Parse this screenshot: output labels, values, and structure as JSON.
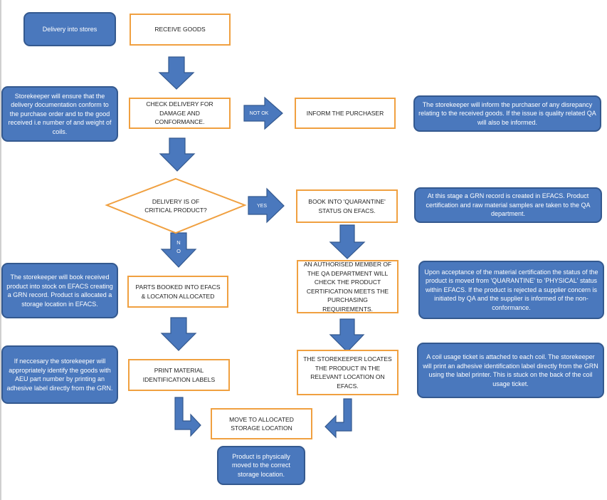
{
  "colors": {
    "note_fill": "#4a78bd",
    "note_border": "#34598f",
    "process_border": "#f0a040",
    "arrow_fill": "#4a78bd"
  },
  "notes": {
    "delivery": "Delivery into stores",
    "storekeeper_check": "Storekeeper will ensure that the delivery documentation conform to the purchase order and to the good received i.e number of and weight of coils.",
    "inform_text": "The storekeeper will inform the purchaser of any disrepancy relating  to the received goods. If the issue is quality related QA will also be informed.",
    "grn_record": "At this stage a GRN record is created in EFACS. Product certification and raw material samples are taken to the QA department.",
    "book_stock": "The storekeeper will book received product into stock on EFACS creating a GRN record. Product is allocated a storage location in EFACS.",
    "acceptance": "Upon acceptance of the material certification the status of the product is moved from 'QUARANTINE' to 'PHYSICAL' status within EFACS. If the product is rejected a supplier concern is initiated by QA and the supplier is informed of the non-conformance.",
    "identify": "If neccesary the storekeeper will appropriately identify the goods with AEU part number by printing an adhesive label directly from the GRN.",
    "coil_ticket": "A coil usage ticket is attached to each coil. The storekeeper will print an adhesive identification label directly from the GRN using the label printer. This is stuck on the back of the coil usage ticket.",
    "physically_moved": "Product is physically moved to the correct storage location."
  },
  "steps": {
    "receive": "RECEIVE GOODS",
    "check": "CHECK DELIVERY FOR DAMAGE AND CONFORMANCE.",
    "inform": "INFORM THE PURCHASER",
    "decision": "DELIVERY IS OF CRITICAL PRODUCT?",
    "quarantine": "BOOK INTO 'QUARANTINE' STATUS ON EFACS.",
    "parts_booked": "PARTS BOOKED INTO EFACS & LOCATION ALLOCATED",
    "qa_check": "AN AUTHORISED MEMBER OF THE QA DEPARTMENT WILL CHECK THE PRODUCT CERTIFICATION MEETS THE PURCHASING REQUIREMENTS.",
    "print_labels": "PRINT MATERIAL IDENTIFICATION LABELS",
    "locate": "THE STOREKEEPER LOCATES THE PRODUCT IN THE RELEVANT LOCATION ON EFACS.",
    "move": "MOVE TO ALLOCATED STORAGE LOCATION"
  },
  "arrow_labels": {
    "not_ok": "NOT OK",
    "yes": "YES",
    "no_n": "N",
    "no_o": "O"
  }
}
